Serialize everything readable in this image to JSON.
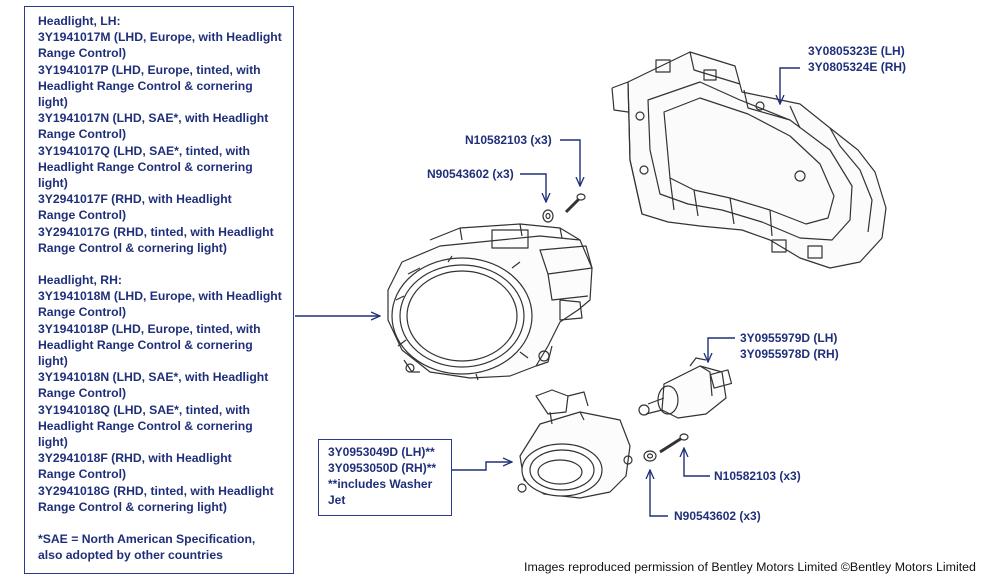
{
  "left_panel": {
    "lh_lines": [
      "Headlight, LH:",
      "3Y1941017M (LHD, Europe, with Headlight",
      "Range Control)",
      "3Y1941017P (LHD, Europe, tinted, with",
      "Headlight Range Control & cornering",
      "light)",
      "3Y1941017N (LHD, SAE*, with Headlight",
      "Range Control)",
      "3Y1941017Q (LHD, SAE*, tinted, with",
      "Headlight Range Control & cornering",
      "light)",
      "3Y2941017F (RHD, with Headlight",
      "Range Control)",
      "3Y2941017G (RHD, tinted, with Headlight",
      "Range Control & cornering light)"
    ],
    "rh_lines": [
      "Headlight, RH:",
      "3Y1941018M (LHD, Europe, with Headlight",
      "Range Control)",
      "3Y1941018P (LHD, Europe, tinted, with",
      "Headlight Range Control & cornering",
      "light)",
      "3Y1941018N (LHD, SAE*, with Headlight",
      "Range Control)",
      "3Y1941018Q (LHD, SAE*, tinted, with",
      "Headlight Range Control & cornering",
      "light)",
      "3Y2941018F (RHD, with Headlight",
      "Range Control)",
      "3Y2941018G (RHD, tinted, with Headlight",
      "Range Control & cornering light)"
    ],
    "note_lines": [
      "*SAE = North American Specification,",
      "also adopted by other countries"
    ]
  },
  "bracket_label": {
    "lh": "3Y0805323E (LH)",
    "rh": "3Y0805324E (RH)"
  },
  "screw_top": "N10582103 (x3)",
  "washer_top": "N90543602 (x3)",
  "module_label": {
    "lh": "3Y0955979D (LH)",
    "rh": "3Y0955978D (RH)"
  },
  "foglamp_box": {
    "lines": [
      "3Y0953049D (LH)**",
      "3Y0953050D (RH)**",
      "**includes Washer",
      "Jet"
    ]
  },
  "screw_bottom": "N10582103 (x3)",
  "washer_bottom": "N90543602 (x3)",
  "credit": "Images reproduced permission of Bentley Motors Limited ©Bentley Motors Limited",
  "colors": {
    "label_blue": "#1f2f7a",
    "box_border": "#2a3a8c",
    "drawing": "#333333"
  }
}
